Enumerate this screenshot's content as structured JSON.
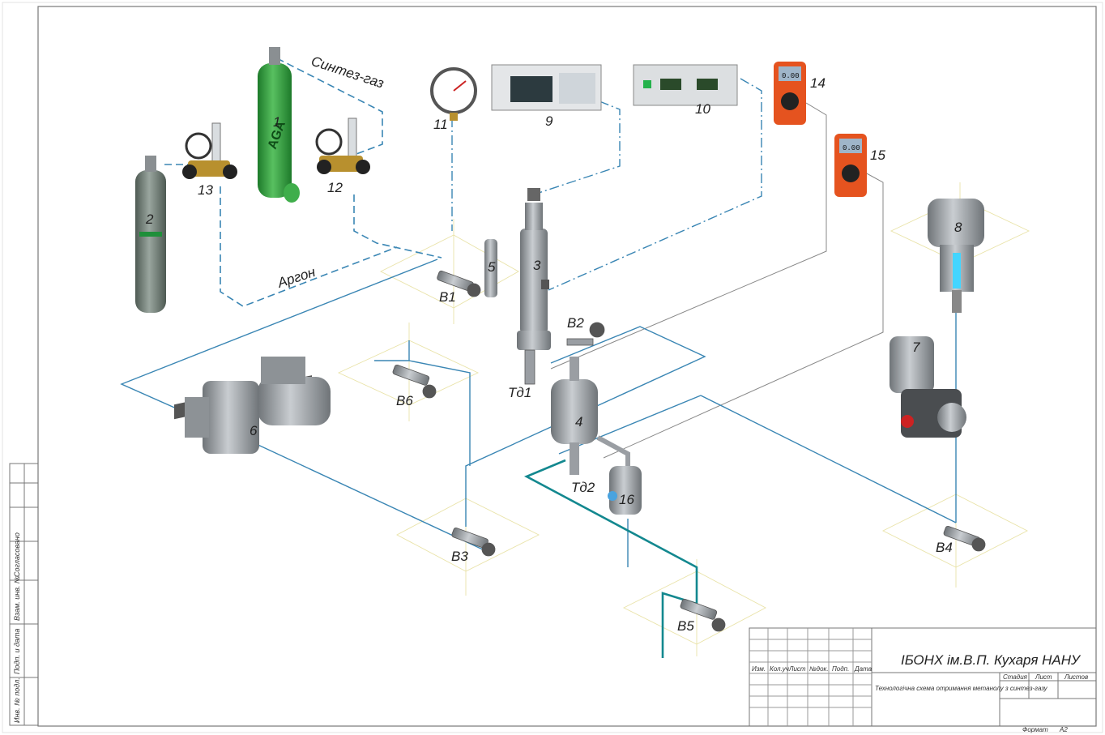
{
  "labels": {
    "c1": "1",
    "c2": "2",
    "c3": "3",
    "c4": "4",
    "c5": "5",
    "c6": "6",
    "c7": "7",
    "c8": "8",
    "c9": "9",
    "c10": "10",
    "c11": "11",
    "c12": "12",
    "c13": "13",
    "c14": "14",
    "c15": "15",
    "c16": "16",
    "v1": "В1",
    "v2": "В2",
    "v3": "В3",
    "v4": "В4",
    "v5": "В5",
    "v6": "В6",
    "td1": "Тд1",
    "td2": "Тд2",
    "synthgas": "Синтез-газ",
    "argon": "Аргон"
  },
  "device_text": {
    "cyl1_brand": "AGA",
    "meter14_display": "0.00",
    "meter15_display": "0.00"
  },
  "side_stamp": {
    "agreed": "Согласовано",
    "replaces": "Взам. инв. №",
    "sign_date": "Подп. и дата",
    "inv_no": "Инв. № подл."
  },
  "title_block": {
    "organization": "ІБОНХ ім.В.П. Кухаря НАНУ",
    "description": "Технологічна схема отримання метанолу з синтез-газу",
    "col_change": "Изм.",
    "col_qty": "Кол.уч",
    "col_sheet": "Лист",
    "col_doc": "№док.",
    "col_sign": "Подп.",
    "col_date": "Дата",
    "stage": "Стадия",
    "sheet": "Лист",
    "sheets": "Листов",
    "format_label": "Формат",
    "format_value": "А2"
  },
  "colors": {
    "line_blue": "#3a86b4",
    "line_teal": "#13888f",
    "gas_green": "#2f9a3a",
    "argon_grey": "#6d7a72",
    "steel": "#9a9ea3",
    "meter_orange": "#e5531f",
    "axis_yellow": "#e9e3a8"
  }
}
